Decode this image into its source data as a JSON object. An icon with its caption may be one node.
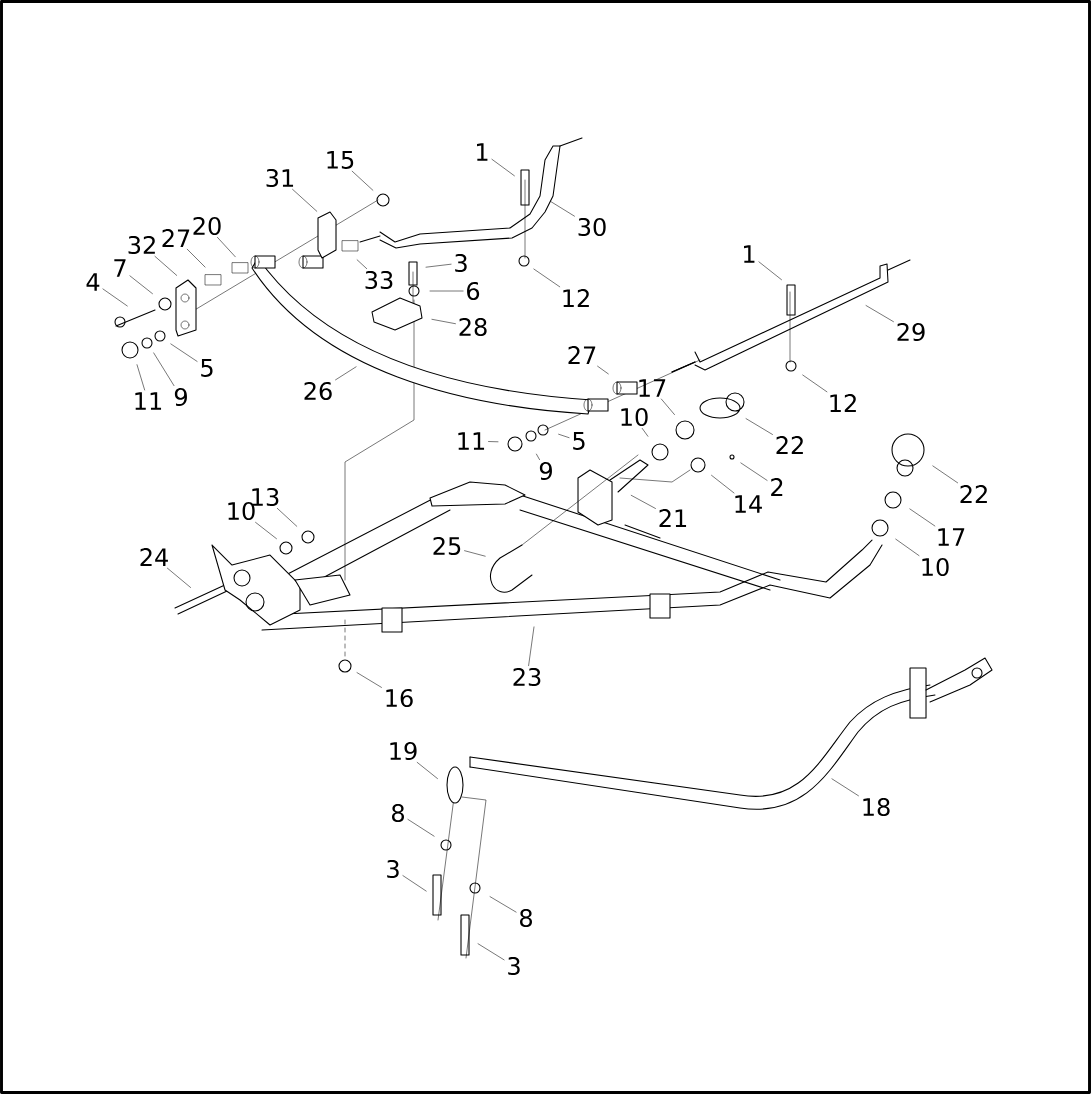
{
  "diagram": {
    "nodes": [
      {
        "text": [
          "15"
        ]
      },
      {
        "text": [
          "31"
        ]
      },
      {
        "text": [
          "1"
        ]
      },
      {
        "text": [
          "30"
        ]
      },
      {
        "text": [
          "32"
        ]
      },
      {
        "text": [
          "27"
        ]
      },
      {
        "text": [
          "20"
        ]
      },
      {
        "text": [
          "7"
        ]
      },
      {
        "text": [
          "4"
        ]
      },
      {
        "text": [
          "33"
        ]
      },
      {
        "text": [
          "3"
        ]
      },
      {
        "text": [
          "6"
        ]
      },
      {
        "text": [
          "28"
        ]
      },
      {
        "text": [
          "12"
        ]
      },
      {
        "text": [
          "5"
        ]
      },
      {
        "text": [
          "11"
        ]
      },
      {
        "text": [
          "9"
        ]
      },
      {
        "text": [
          "26"
        ]
      },
      {
        "text": [
          "1"
        ]
      },
      {
        "text": [
          "29"
        ]
      },
      {
        "text": [
          "27"
        ]
      },
      {
        "text": [
          "12"
        ]
      },
      {
        "text": [
          "17"
        ]
      },
      {
        "text": [
          "10"
        ]
      },
      {
        "text": [
          "22"
        ]
      },
      {
        "text": [
          "11"
        ]
      },
      {
        "text": [
          "9"
        ]
      },
      {
        "text": [
          "5"
        ]
      },
      {
        "text": [
          "2"
        ]
      },
      {
        "text": [
          "14"
        ]
      },
      {
        "text": [
          "21"
        ]
      },
      {
        "text": [
          "22"
        ]
      },
      {
        "text": [
          "17"
        ]
      },
      {
        "text": [
          "10"
        ]
      },
      {
        "text": [
          "13"
        ]
      },
      {
        "text": [
          "10"
        ]
      },
      {
        "text": [
          "24"
        ]
      },
      {
        "text": [
          "25"
        ]
      },
      {
        "text": [
          "23"
        ]
      },
      {
        "text": [
          "16"
        ]
      },
      {
        "text": [
          "19"
        ]
      },
      {
        "text": [
          "8"
        ]
      },
      {
        "text": [
          "18"
        ]
      },
      {
        "text": [
          "3"
        ]
      },
      {
        "text": [
          "8"
        ]
      },
      {
        "text": [
          "3"
        ]
      }
    ],
    "edges": [
      {
        "from": 0,
        "to": null,
        "arrow": "none"
      },
      {
        "from": 1,
        "to": null,
        "arrow": "none"
      },
      {
        "from": 2,
        "to": null,
        "arrow": "none"
      },
      {
        "from": 3,
        "to": null,
        "arrow": "none"
      },
      {
        "from": 4,
        "to": null,
        "arrow": "none"
      },
      {
        "from": 5,
        "to": null,
        "arrow": "none"
      },
      {
        "from": 6,
        "to": null,
        "arrow": "none"
      },
      {
        "from": 7,
        "to": null,
        "arrow": "none"
      },
      {
        "from": 8,
        "to": null,
        "arrow": "none"
      },
      {
        "from": 9,
        "to": null,
        "arrow": "none"
      },
      {
        "from": 10,
        "to": null,
        "arrow": "none"
      },
      {
        "from": 11,
        "to": null,
        "arrow": "none"
      },
      {
        "from": 12,
        "to": null,
        "arrow": "none"
      },
      {
        "from": 13,
        "to": null,
        "arrow": "none"
      },
      {
        "from": 14,
        "to": null,
        "arrow": "none"
      },
      {
        "from": 15,
        "to": null,
        "arrow": "none"
      },
      {
        "from": 16,
        "to": null,
        "arrow": "none"
      },
      {
        "from": 17,
        "to": null,
        "arrow": "none"
      },
      {
        "from": 18,
        "to": null,
        "arrow": "none"
      },
      {
        "from": 19,
        "to": null,
        "arrow": "none"
      },
      {
        "from": 20,
        "to": null,
        "arrow": "none"
      },
      {
        "from": 21,
        "to": null,
        "arrow": "none"
      },
      {
        "from": 22,
        "to": null,
        "arrow": "none"
      },
      {
        "from": 23,
        "to": null,
        "arrow": "none"
      },
      {
        "from": 24,
        "to": null,
        "arrow": "none"
      },
      {
        "from": 25,
        "to": null,
        "arrow": "none"
      },
      {
        "from": 26,
        "to": null,
        "arrow": "none"
      },
      {
        "from": 27,
        "to": null,
        "arrow": "none"
      },
      {
        "from": 28,
        "to": null,
        "arrow": "none"
      },
      {
        "from": 29,
        "to": null,
        "arrow": "none"
      },
      {
        "from": 30,
        "to": null,
        "arrow": "none"
      },
      {
        "from": 31,
        "to": null,
        "arrow": "none"
      },
      {
        "from": 32,
        "to": null,
        "arrow": "none"
      },
      {
        "from": 33,
        "to": null,
        "arrow": "none"
      },
      {
        "from": 34,
        "to": null,
        "arrow": "none"
      },
      {
        "from": 35,
        "to": null,
        "arrow": "none"
      },
      {
        "from": 36,
        "to": null,
        "arrow": "none"
      },
      {
        "from": 37,
        "to": null,
        "arrow": "none"
      },
      {
        "from": 38,
        "to": null,
        "arrow": "none"
      },
      {
        "from": 39,
        "to": null,
        "arrow": "none"
      },
      {
        "from": 40,
        "to": null,
        "arrow": "none"
      },
      {
        "from": 41,
        "to": null,
        "arrow": "none"
      },
      {
        "from": 42,
        "to": null,
        "arrow": "none"
      },
      {
        "from": 43,
        "to": null,
        "arrow": "none"
      },
      {
        "from": 44,
        "to": null,
        "arrow": "none"
      },
      {
        "from": 45,
        "to": null,
        "arrow": "none"
      }
    ]
  }
}
